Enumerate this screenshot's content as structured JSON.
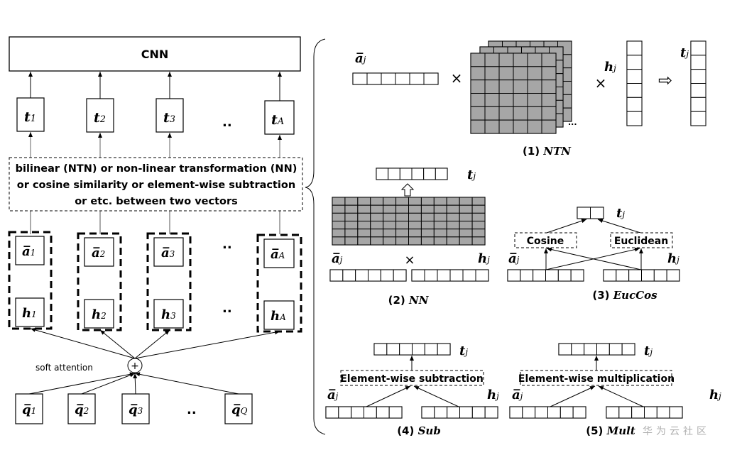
{
  "left": {
    "cnn_label": "CNN",
    "t_boxes": [
      {
        "sym": "t",
        "sub": "1"
      },
      {
        "sym": "t",
        "sub": "2"
      },
      {
        "sym": "t",
        "sub": "3"
      },
      {
        "sym": "t",
        "sub": "A"
      }
    ],
    "ellipsis": "..",
    "transform_lines": [
      "bilinear (NTN) or non-linear transformation (NN)",
      "or cosine similarity or element-wise subtraction",
      "or etc. between two vectors"
    ],
    "a_boxes": [
      {
        "sym": "a̅",
        "sub": "1"
      },
      {
        "sym": "a̅",
        "sub": "2"
      },
      {
        "sym": "a̅",
        "sub": "3"
      },
      {
        "sym": "a̅",
        "sub": "A"
      }
    ],
    "h_boxes": [
      {
        "sym": "h",
        "sub": "1"
      },
      {
        "sym": "h",
        "sub": "2"
      },
      {
        "sym": "h",
        "sub": "3"
      },
      {
        "sym": "h",
        "sub": "A"
      }
    ],
    "soft_attention_label": "soft attention",
    "plus_symbol": "+",
    "q_boxes": [
      {
        "sym": "q̅",
        "sub": "1"
      },
      {
        "sym": "q̅",
        "sub": "2"
      },
      {
        "sym": "q̅",
        "sub": "3"
      },
      {
        "sym": "q̅",
        "sub": "Q"
      }
    ]
  },
  "labels": {
    "a_sym": "a̅",
    "h_sym": "h",
    "t_sym": "t",
    "sub_j": "j",
    "times": "×",
    "dots": "...",
    "implies": "⇨"
  },
  "panels": {
    "ntn": {
      "caption_num": "(1)",
      "caption_name": "NTN"
    },
    "nn": {
      "caption_num": "(2)",
      "caption_name": "NN"
    },
    "euccos": {
      "caption_num": "(3)",
      "caption_name": "EucCos",
      "cosine": "Cosine",
      "euclidean": "Euclidean"
    },
    "sub": {
      "caption_num": "(4)",
      "caption_name": "Sub",
      "op": "Element-wise subtraction"
    },
    "mult": {
      "caption_num": "(5)",
      "caption_name": "Mult",
      "op": "Element-wise multiplication"
    }
  },
  "watermark": "华为云社区",
  "colors": {
    "matrix_fill": "#a6a6a6",
    "stroke": "#000000",
    "watermark": "#b0b0b0"
  }
}
